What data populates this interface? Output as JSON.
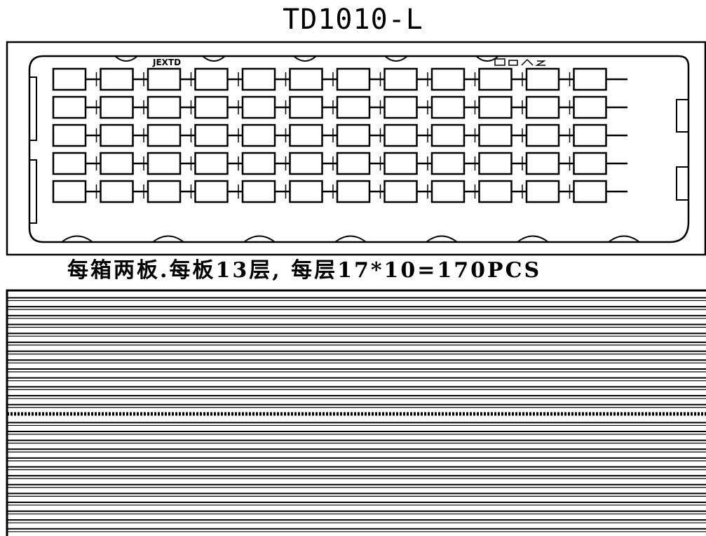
{
  "title": "TD1010-L",
  "tray": {
    "rows": 5,
    "columns": 12,
    "marking_left": "JEXTD",
    "marking_right": "",
    "stroke_color": "#000000"
  },
  "caption": "每箱两板.每板13层, 每层17*10=170PCS",
  "stack_side_view": {
    "layers_per_board": 13,
    "boards": 2
  }
}
